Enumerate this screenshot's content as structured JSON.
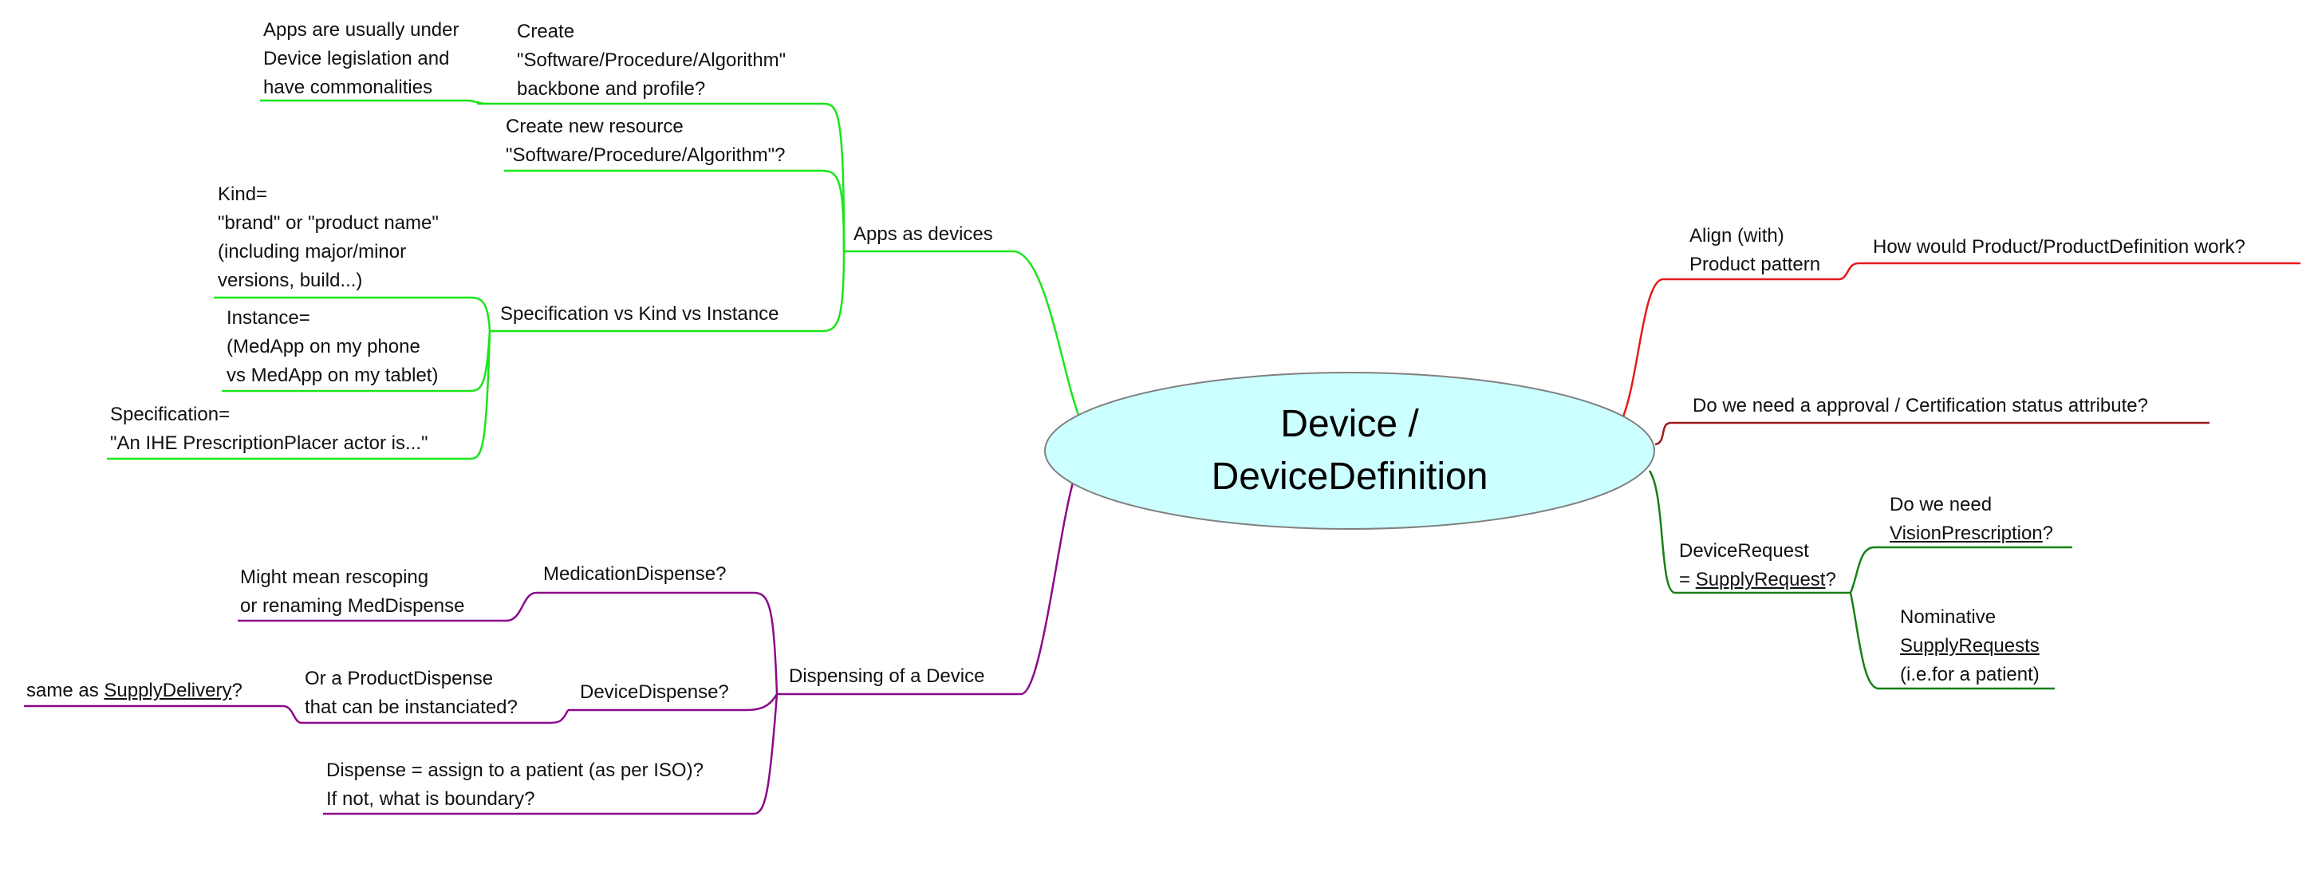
{
  "center": {
    "line1": "Device /",
    "line2": "DeviceDefinition"
  },
  "colors": {
    "apps": "#19e619",
    "dispensing": "#8b0a8b",
    "align": "#e31b1b",
    "approval": "#9b1b1b",
    "request": "#178017",
    "ellipse_fill": "#ccffff",
    "ellipse_stroke": "#808080"
  },
  "apps": {
    "label": "Apps as devices",
    "create_backbone": [
      "Create",
      "\"Software/Procedure/Algorithm\"",
      "backbone and profile?"
    ],
    "legislation": [
      "Apps are usually under",
      "Device legislation and",
      "have commonalities"
    ],
    "create_resource": [
      "Create new resource",
      "\"Software/Procedure/Algorithm\"?"
    ],
    "spec_kind_instance": "Specification vs Kind vs Instance",
    "kind": [
      "Kind=",
      "\"brand\" or \"product name\"",
      "(including major/minor",
      "versions, build...)"
    ],
    "instance": [
      "Instance=",
      "(MedApp on my phone",
      "vs MedApp on my tablet)"
    ],
    "specification": [
      "Specification=",
      "\"An IHE PrescriptionPlacer actor is...\""
    ]
  },
  "dispensing": {
    "label": "Dispensing of a Device",
    "medication": "MedicationDispense?",
    "rescoping": [
      "Might mean rescoping",
      "or renaming MedDispense"
    ],
    "device": "DeviceDispense?",
    "product": [
      "Or a ProductDispense",
      "that can be instanciated?"
    ],
    "same_as_prefix": "same as ",
    "same_as_link": "SupplyDelivery",
    "same_as_suffix": "?",
    "assign": [
      "Dispense = assign to a patient (as per ISO)?",
      "If not, what is boundary?"
    ]
  },
  "align": {
    "label": [
      "Align (with)",
      "Product pattern"
    ],
    "question": "How would Product/ProductDefinition work?"
  },
  "approval": {
    "label": "Do we need a approval / Certification status attribute?"
  },
  "request": {
    "line1": "DeviceRequest",
    "line2_prefix": "= ",
    "line2_link": "SupplyRequest",
    "line2_suffix": "?",
    "vision_line1": "Do we need",
    "vision_link": "VisionPrescription",
    "vision_suffix": "?",
    "nominative_line1": "Nominative",
    "nominative_link": "SupplyRequests",
    "nominative_line3": "(i.e.for a patient)"
  }
}
